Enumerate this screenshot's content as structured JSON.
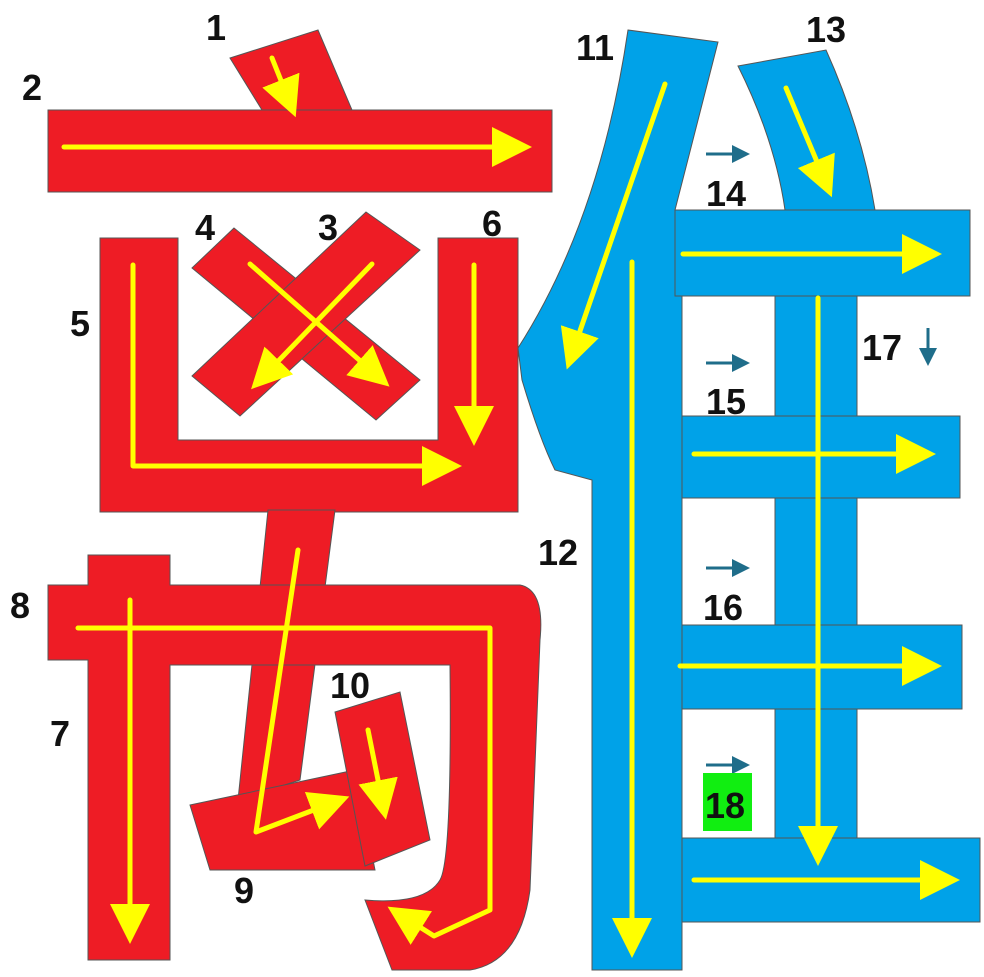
{
  "character": "離",
  "colors": {
    "left_component": "#ee1c25",
    "right_component": "#00a2e8",
    "stroke_arrow": "#ffff00",
    "direction_arrow": "#1f6d8a",
    "highlight": "#11ee11"
  },
  "labels": {
    "s1": "1",
    "s2": "2",
    "s3": "3",
    "s4": "4",
    "s5": "5",
    "s6": "6",
    "s7": "7",
    "s8": "8",
    "s9": "9",
    "s10": "10",
    "s11": "11",
    "s12": "12",
    "s13": "13",
    "s14": "14",
    "s15": "15",
    "s16": "16",
    "s17": "17",
    "s18": "18"
  },
  "highlighted_stroke": "18"
}
